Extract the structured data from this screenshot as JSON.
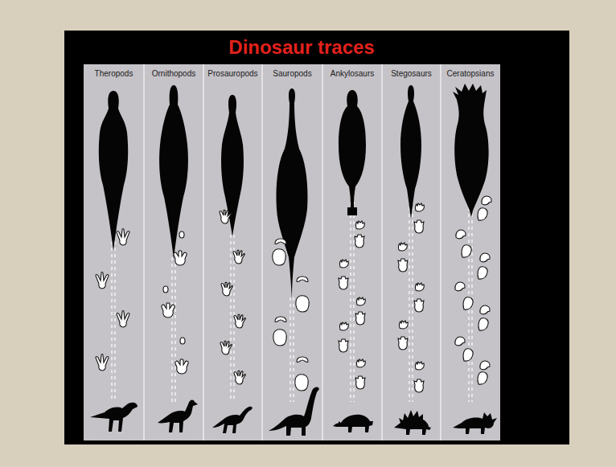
{
  "diagram": {
    "title": "Dinosaur traces",
    "nodes": [
      {
        "text": [
          "Theropods"
        ]
      },
      {
        "text": [
          "Ornithopods"
        ]
      },
      {
        "text": [
          "Prosauropods"
        ]
      },
      {
        "text": [
          "Sauropods"
        ]
      },
      {
        "text": [
          "Ankylosaurs"
        ]
      },
      {
        "text": [
          "Stegosaurs"
        ]
      },
      {
        "text": [
          "Ceratopsians"
        ]
      }
    ]
  }
}
